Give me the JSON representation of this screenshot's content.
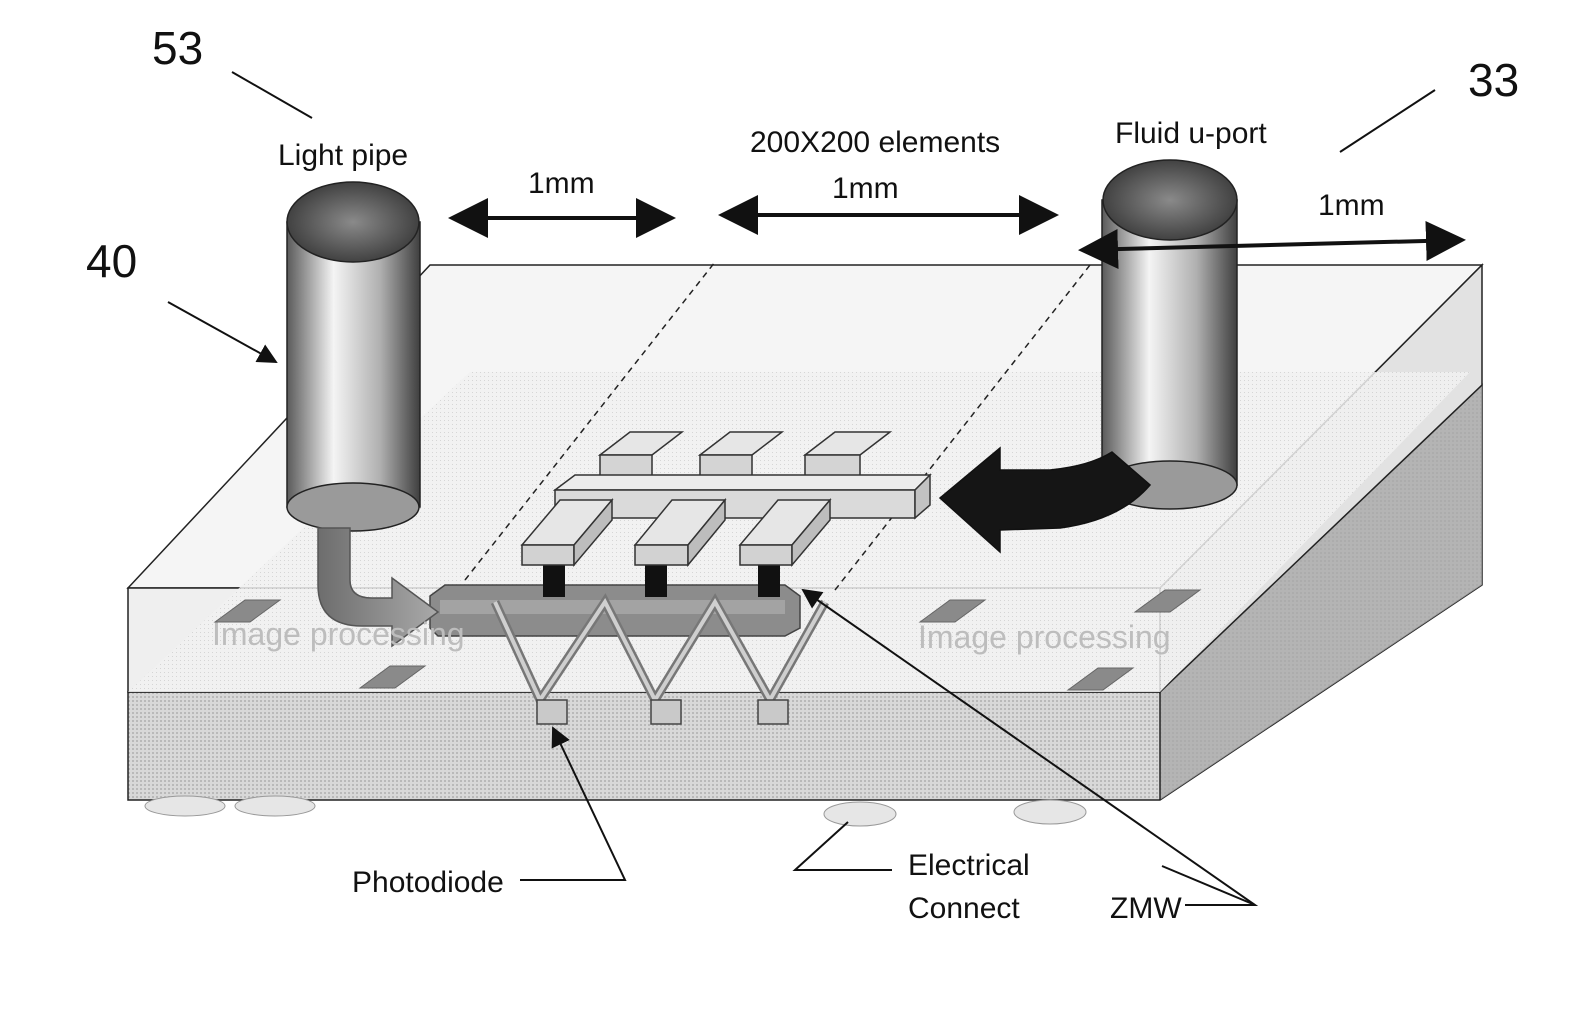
{
  "refs": {
    "r53": "53",
    "r33": "33",
    "r40": "40"
  },
  "labels": {
    "light_pipe": "Light pipe",
    "elements": "200X200 elements",
    "fluid_port": "Fluid u-port",
    "dim_left": "1mm",
    "dim_mid": "1mm",
    "dim_right": "1mm",
    "image_proc_left": "Image processing",
    "image_proc_right": "Image processing",
    "photodiode": "Photodiode",
    "electrical_1": "Electrical",
    "electrical_2": "Connect",
    "zmw": "ZMW"
  },
  "colors": {
    "line": "#111111",
    "lower_layer": "#cfcfcf",
    "top_layer": "#e9e9e9",
    "waveguide": "#8c8c8c",
    "arrow_dark": "#151515",
    "faint_text": "#bdbdbd"
  }
}
